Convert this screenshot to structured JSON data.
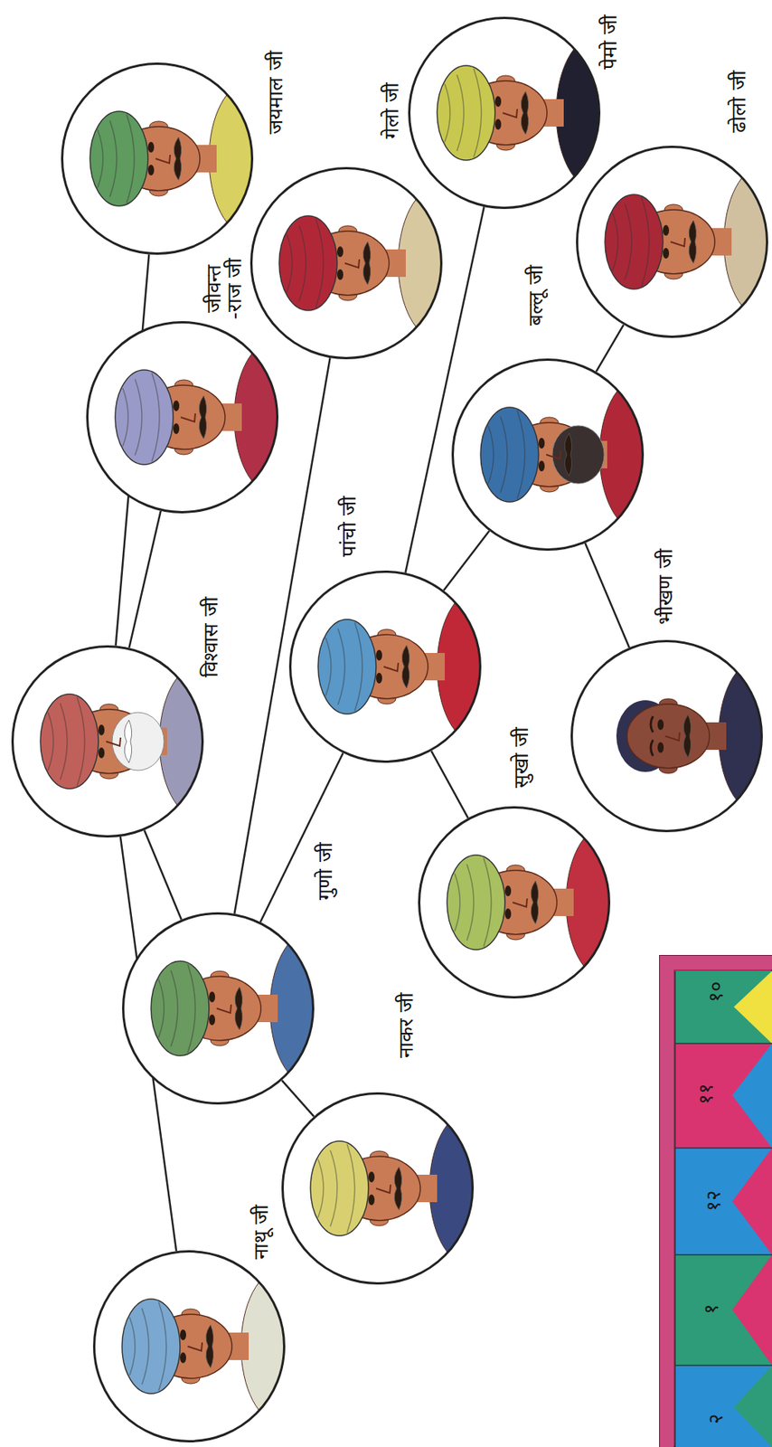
{
  "diagram": {
    "nodes": [
      {
        "text": [
          "विश्वास जी"
        ]
      },
      {
        "text": [
          "जयमाल जी"
        ]
      },
      {
        "text": [
          "जीवन्त -राज जी"
        ]
      },
      {
        "text": [
          "गुणो जी"
        ]
      },
      {
        "text": [
          "नाथू जी"
        ]
      },
      {
        "text": [
          "गेलो जी"
        ]
      },
      {
        "text": [
          "पांचो जी"
        ]
      },
      {
        "text": [
          "नाकर जी"
        ]
      },
      {
        "text": [
          "पेमो जी"
        ]
      },
      {
        "text": [
          "बल्लू जी"
        ]
      },
      {
        "text": [
          "सुखो जी"
        ]
      },
      {
        "text": [
          "ढोलो जी"
        ]
      },
      {
        "text": [
          "भीखण जी"
        ]
      }
    ],
    "edges": [
      {
        "from": 0,
        "to": 1,
        "arrow": "none"
      },
      {
        "from": 0,
        "to": 2,
        "arrow": "none"
      },
      {
        "from": 0,
        "to": 3,
        "arrow": "none"
      },
      {
        "from": 0,
        "to": 4,
        "arrow": "none"
      },
      {
        "from": 3,
        "to": 5,
        "arrow": "none"
      },
      {
        "from": 3,
        "to": 6,
        "arrow": "none"
      },
      {
        "from": 3,
        "to": 7,
        "arrow": "none"
      },
      {
        "from": 6,
        "to": 8,
        "arrow": "none"
      },
      {
        "from": 6,
        "to": 9,
        "arrow": "none"
      },
      {
        "from": 6,
        "to": 10,
        "arrow": "none"
      },
      {
        "from": 9,
        "to": 11,
        "arrow": "none"
      },
      {
        "from": 9,
        "to": 12,
        "arrow": "none"
      }
    ],
    "labels": [
      "१०",
      "११",
      "१२",
      "१",
      "२"
    ]
  }
}
